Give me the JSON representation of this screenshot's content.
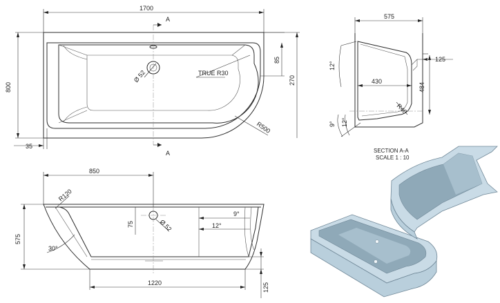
{
  "colors": {
    "line": "#2b2b2b",
    "render_face": "#b9cfdc",
    "render_shade": "#8fa9b8",
    "render_dark": "#6f8797"
  },
  "top_view": {
    "dims": {
      "overall_length": "1700",
      "overall_width": "800",
      "edge_offset": "35",
      "rim_85": "85",
      "rim_270": "270",
      "radius_outer": "R500",
      "radius_true": "TRUE R30",
      "drain_dia": "Ø 52"
    },
    "section_mark": "A"
  },
  "section_view": {
    "dims": {
      "width": "575",
      "depth_430": "430",
      "height_484": "484",
      "lip_125": "125",
      "radius": "R40",
      "angle_top": "12°",
      "angle_bottom_9": "9°",
      "angle_bottom_12": "12°"
    },
    "caption_line1": "SECTION A-A",
    "caption_line2": "SCALE 1 : 10"
  },
  "side_view": {
    "dims": {
      "length_850": "850",
      "height": "575",
      "radius": "R120",
      "angle_30": "30°",
      "offset_75": "75",
      "drain_dia": "Ø 52",
      "angle_9": "9°",
      "angle_12": "12°",
      "bottom_1220": "1220",
      "base_125": "125"
    }
  }
}
